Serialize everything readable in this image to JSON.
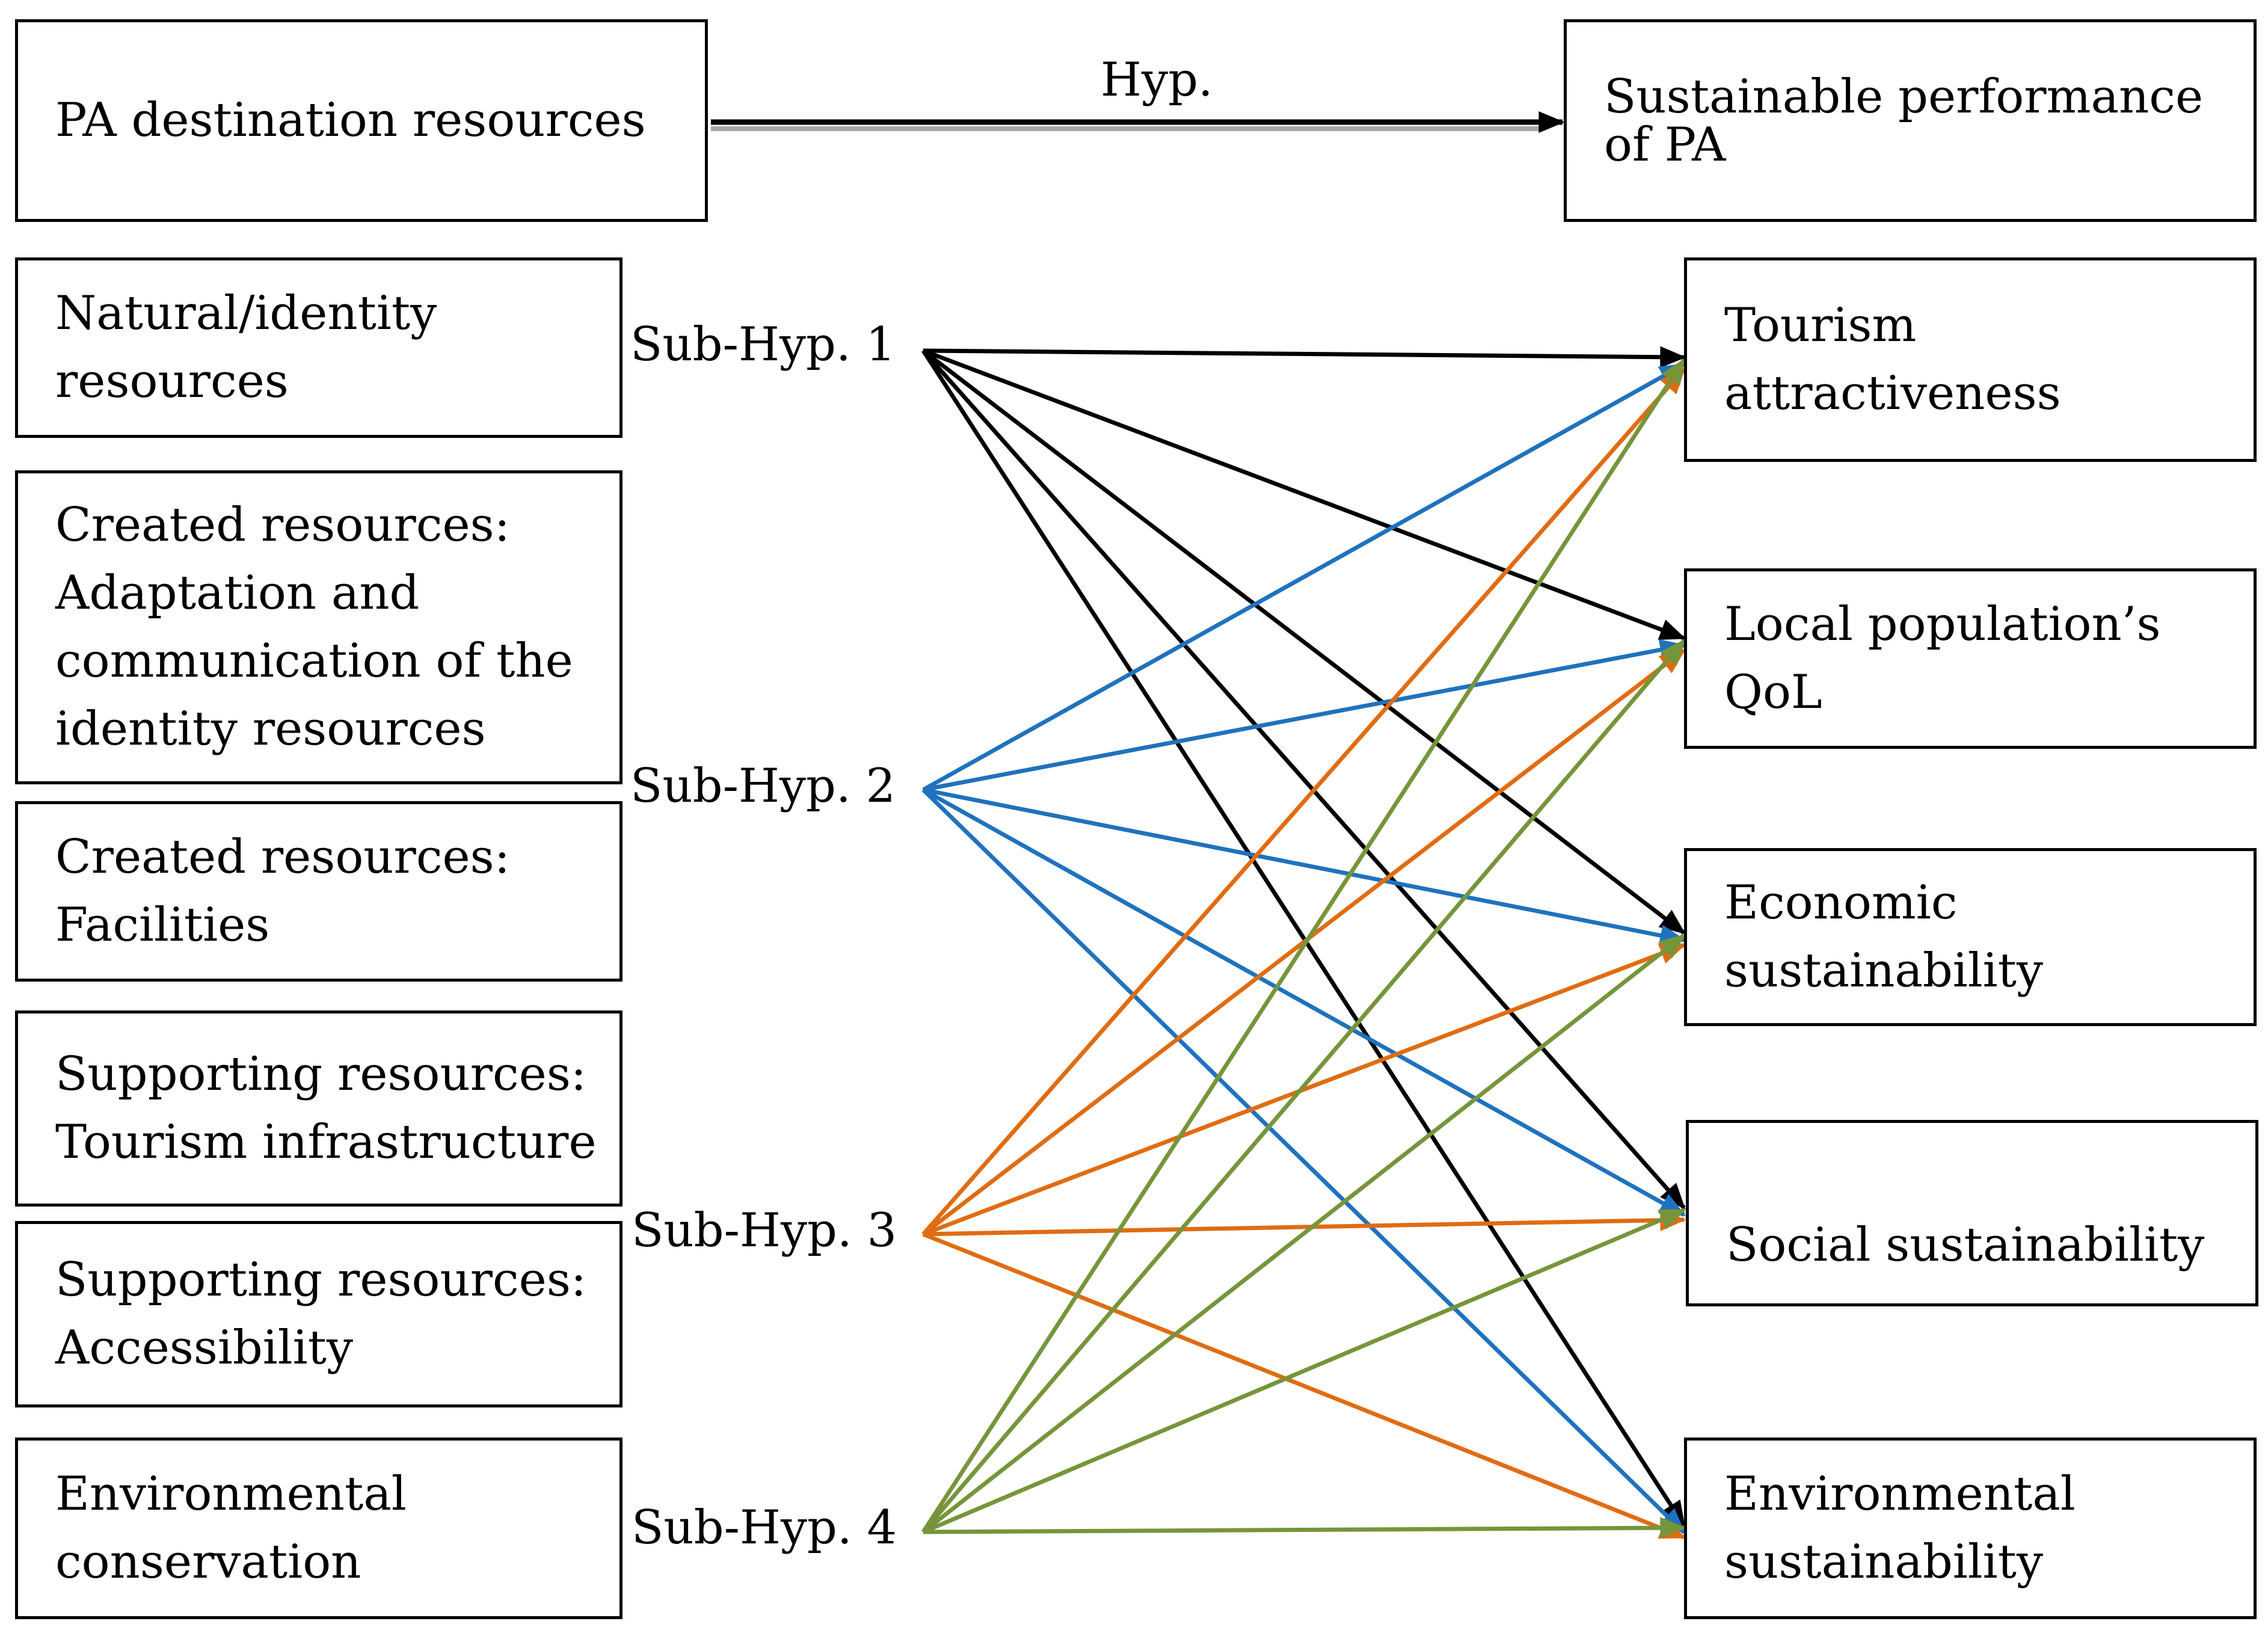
{
  "colors": {
    "sub_hyp_1": "#000000",
    "sub_hyp_2": "#1f72bd",
    "sub_hyp_3": "#e06c12",
    "sub_hyp_4": "#76953a",
    "main_arrow_shadow": "#a6a6a6"
  },
  "top": {
    "left_box": "PA destination resources",
    "hyp_label": "Hyp.",
    "right_box": [
      "Sustainable performance",
      "of PA"
    ]
  },
  "left_boxes": [
    {
      "id": "natural",
      "lines": [
        "Natural/identity",
        "resources"
      ]
    },
    {
      "id": "created-adaptation",
      "lines": [
        "Created resources:",
        "Adaptation and",
        "communication of the",
        "identity resources"
      ]
    },
    {
      "id": "created-facilities",
      "lines": [
        "Created resources:",
        "Facilities"
      ]
    },
    {
      "id": "supporting-infrastructure",
      "lines": [
        "Supporting resources:",
        "Tourism infrastructure"
      ]
    },
    {
      "id": "supporting-accessibility",
      "lines": [
        "Supporting resources:",
        "Accessibility"
      ]
    },
    {
      "id": "environmental-conservation",
      "lines": [
        "Environmental",
        "conservation"
      ]
    }
  ],
  "sub_hypotheses": [
    {
      "id": "h1",
      "label": "Sub-Hyp. 1",
      "color_key": "sub_hyp_1",
      "targets": [
        "attractiveness",
        "qol",
        "economic",
        "social",
        "environmental"
      ]
    },
    {
      "id": "h2",
      "label": "Sub-Hyp. 2",
      "color_key": "sub_hyp_2",
      "targets": [
        "attractiveness",
        "qol",
        "economic",
        "social",
        "environmental"
      ]
    },
    {
      "id": "h3",
      "label": "Sub-Hyp. 3",
      "color_key": "sub_hyp_3",
      "targets": [
        "attractiveness",
        "qol",
        "economic",
        "social",
        "environmental"
      ]
    },
    {
      "id": "h4",
      "label": "Sub-Hyp. 4",
      "color_key": "sub_hyp_4",
      "targets": [
        "attractiveness",
        "qol",
        "economic",
        "social",
        "environmental"
      ]
    }
  ],
  "right_boxes": [
    {
      "id": "attractiveness",
      "lines": [
        "Tourism",
        "attractiveness"
      ]
    },
    {
      "id": "qol",
      "lines": [
        "Local population’s",
        "QoL"
      ]
    },
    {
      "id": "economic",
      "lines": [
        "Economic",
        "sustainability"
      ]
    },
    {
      "id": "social",
      "lines": [
        "Social sustainability"
      ]
    },
    {
      "id": "environmental",
      "lines": [
        "Environmental",
        "sustainability"
      ]
    }
  ]
}
